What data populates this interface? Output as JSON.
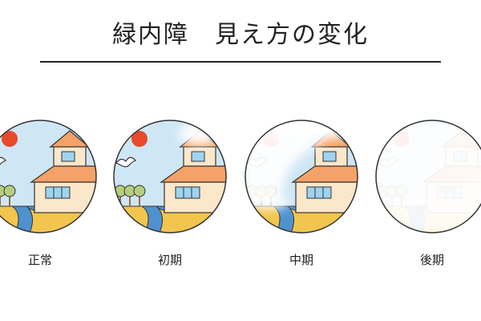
{
  "title": "緑内障　見え方の変化",
  "stages": [
    {
      "label": "正常",
      "cloudiness": 0
    },
    {
      "label": "初期",
      "cloudiness": 0.2
    },
    {
      "label": "中期",
      "cloudiness": 0.5
    },
    {
      "label": "後期",
      "cloudiness": 0.9
    }
  ],
  "colors": {
    "sky": "#cfe6f5",
    "sun": "#e64b2c",
    "roof": "#f4a267",
    "wall": "#fbe7c9",
    "window": "#9fd3ef",
    "river": "#4f91cf",
    "ground": "#f2c54e",
    "tree": "#b4ce7f",
    "trunk": "#9c6a3e",
    "outline": "#333333",
    "fog": "#ffffff"
  },
  "icons": [
    "sun-icon",
    "bird-icon",
    "house-icon",
    "tree-icon",
    "river-icon"
  ]
}
